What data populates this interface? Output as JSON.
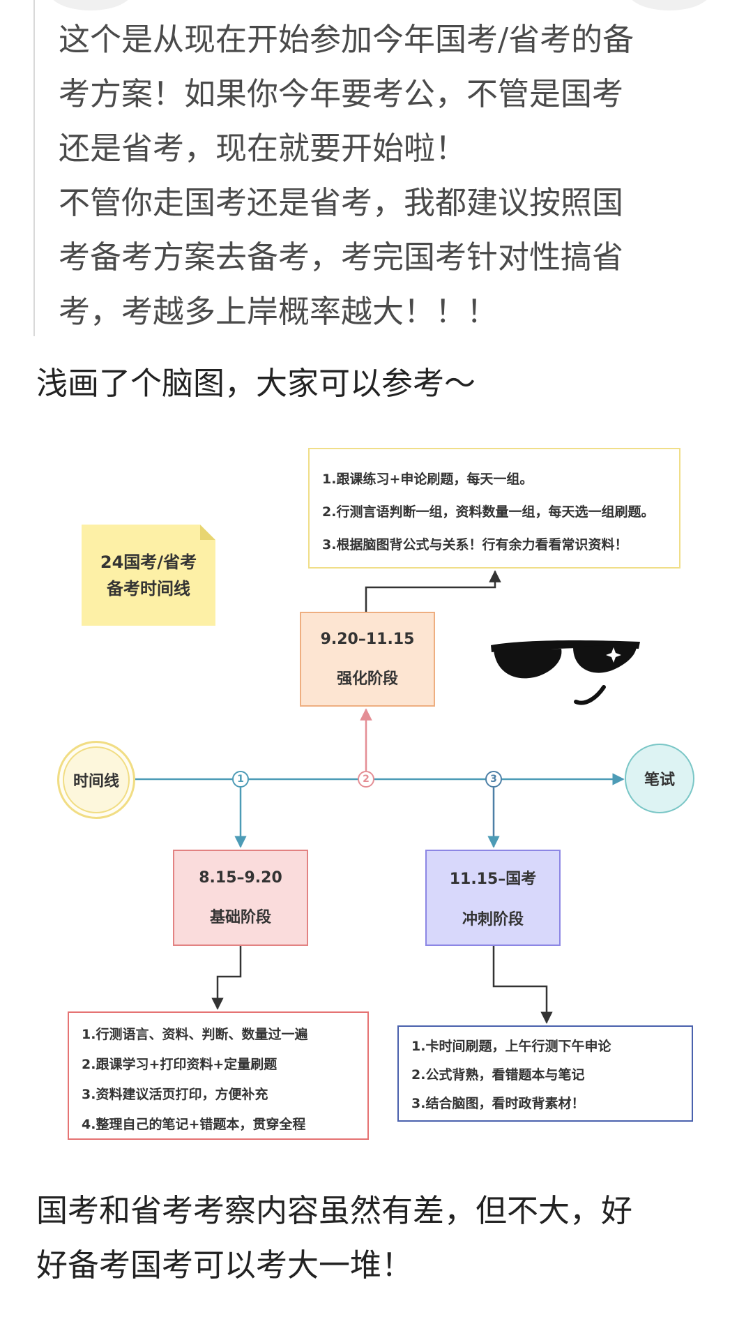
{
  "post": {
    "quote_lines": [
      "这个是从现在开始参加今年国考/省考的备",
      "考方案！如果你今年要考公，不管是国考",
      "还是省考，现在就要开始啦！",
      "不管你走国考还是省考，我都建议按照国",
      "考备考方案去备考，考完国考针对性搞省",
      "考，考越多上岸概率越大！！！"
    ],
    "intro": "浅画了个脑图，大家可以参考～",
    "closing_lines": [
      "国考和省考考察内容虽然有差，但不大，好",
      "好备考国考可以考大一堆！"
    ]
  },
  "diagram": {
    "note_lines": [
      "24国考/省考",
      "备考时间线"
    ],
    "timeline_start": "时间线",
    "timeline_end": "笔试",
    "markers": [
      "1",
      "2",
      "3"
    ],
    "stages": [
      {
        "period": "8.15–9.20",
        "name": "基础阶段",
        "color": "#e28282"
      },
      {
        "period": "9.20–11.15",
        "name": "强化阶段",
        "color": "#eeae80"
      },
      {
        "period": "11.15–国考",
        "name": "冲刺阶段",
        "color": "#8c86e4"
      }
    ],
    "tasks_stage_1": [
      "1.行测语言、资料、判断、数量过一遍",
      "2.跟课学习+打印资料+定量刷题",
      "3.资料建议活页打印，方便补充",
      "4.整理自己的笔记+错题本，贯穿全程"
    ],
    "tasks_stage_2": [
      "1.跟课练习+申论刷题，每天一组。",
      "2.行测言语判断一组，资料数量一组，每天选一组刷题。",
      "3.根据脑图背公式与关系！行有余力看看常识资料！"
    ],
    "tasks_stage_3": [
      "1.卡时间刷题，上午行测下午申论",
      "2.公式背熟，看错题本与笔记",
      "3.结合脑图，看时政背素材！"
    ],
    "decoration_icon": "sunglasses-smirk-icon"
  }
}
